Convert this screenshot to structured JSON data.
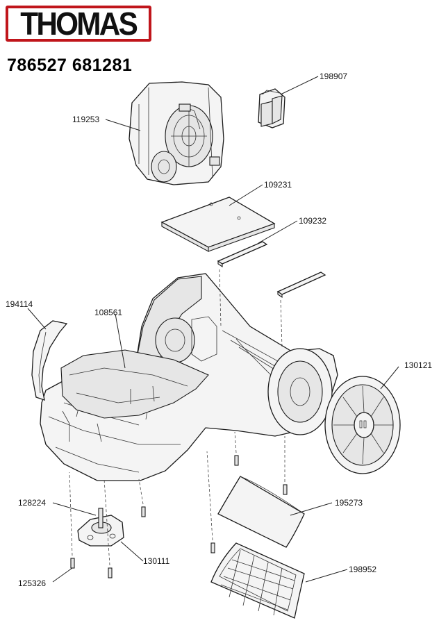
{
  "brand": {
    "logo_text": "THOMAS",
    "frame_color": "#c0151b"
  },
  "models": "786527 681281",
  "parts": [
    {
      "number": "198907"
    },
    {
      "number": "119253"
    },
    {
      "number": "109231"
    },
    {
      "number": "109232"
    },
    {
      "number": "194114"
    },
    {
      "number": "108561"
    },
    {
      "number": "130121"
    },
    {
      "number": "195273"
    },
    {
      "number": "128224"
    },
    {
      "number": "130111"
    },
    {
      "number": "198952"
    },
    {
      "number": "125326"
    }
  ]
}
